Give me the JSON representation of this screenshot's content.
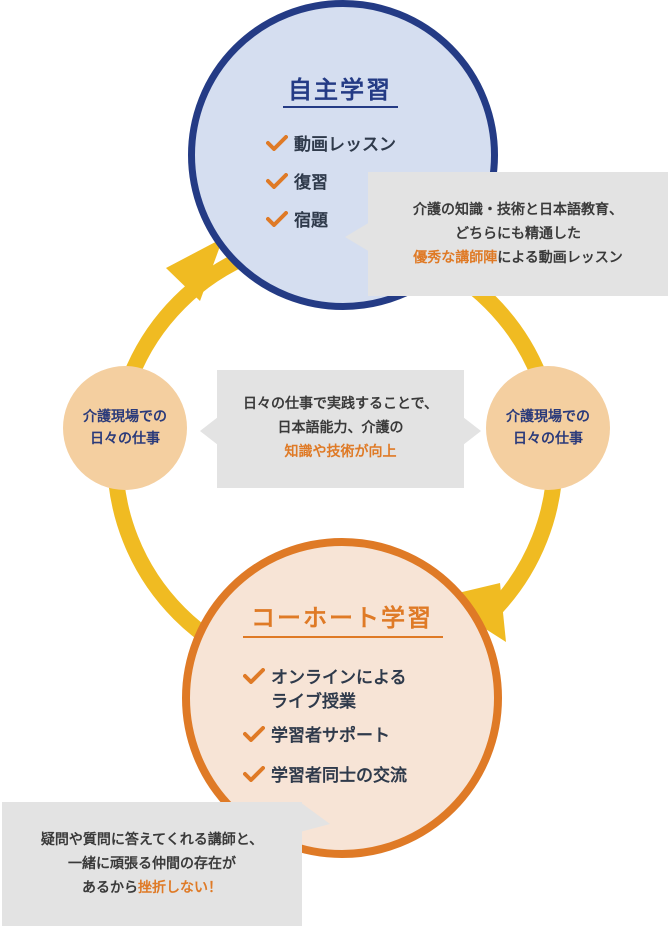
{
  "colors": {
    "navy": "#243b85",
    "blue_fill": "#d5def0",
    "orange": "#df7a26",
    "peach_fill": "#f7e4d6",
    "ring_yellow": "#f0bb22",
    "small_circle": "#f4cfa0",
    "callout_bg": "#e3e3e3"
  },
  "self_study": {
    "title": "自主学習",
    "items": [
      "動画レッスン",
      "復習",
      "宿題"
    ]
  },
  "callout_top": {
    "line1": "介護の知識・技術と日本語教育、",
    "line2": "どちらにも精通した",
    "line3_highlight": "優秀な講師陣",
    "line3_rest": "による動画レッスン"
  },
  "left_circle": {
    "line1": "介護現場での",
    "line2": "日々の仕事"
  },
  "right_circle": {
    "line1": "介護現場での",
    "line2": "日々の仕事"
  },
  "callout_center": {
    "line1": "日々の仕事で実践することで、",
    "line2": "日本語能力、介護の",
    "line3_highlight": "知識や技術が向上"
  },
  "cohort": {
    "title": "コーホート学習",
    "item1_line1": "オンラインによる",
    "item1_line2": "ライブ授業",
    "item2": "学習者サポート",
    "item3": "学習者同士の交流"
  },
  "callout_bottom": {
    "line1": "疑問や質問に答えてくれる講師と、",
    "line2": "一緒に頑張る仲間の存在が",
    "line3_rest": "あるから",
    "line3_highlight": "挫折しない！"
  }
}
